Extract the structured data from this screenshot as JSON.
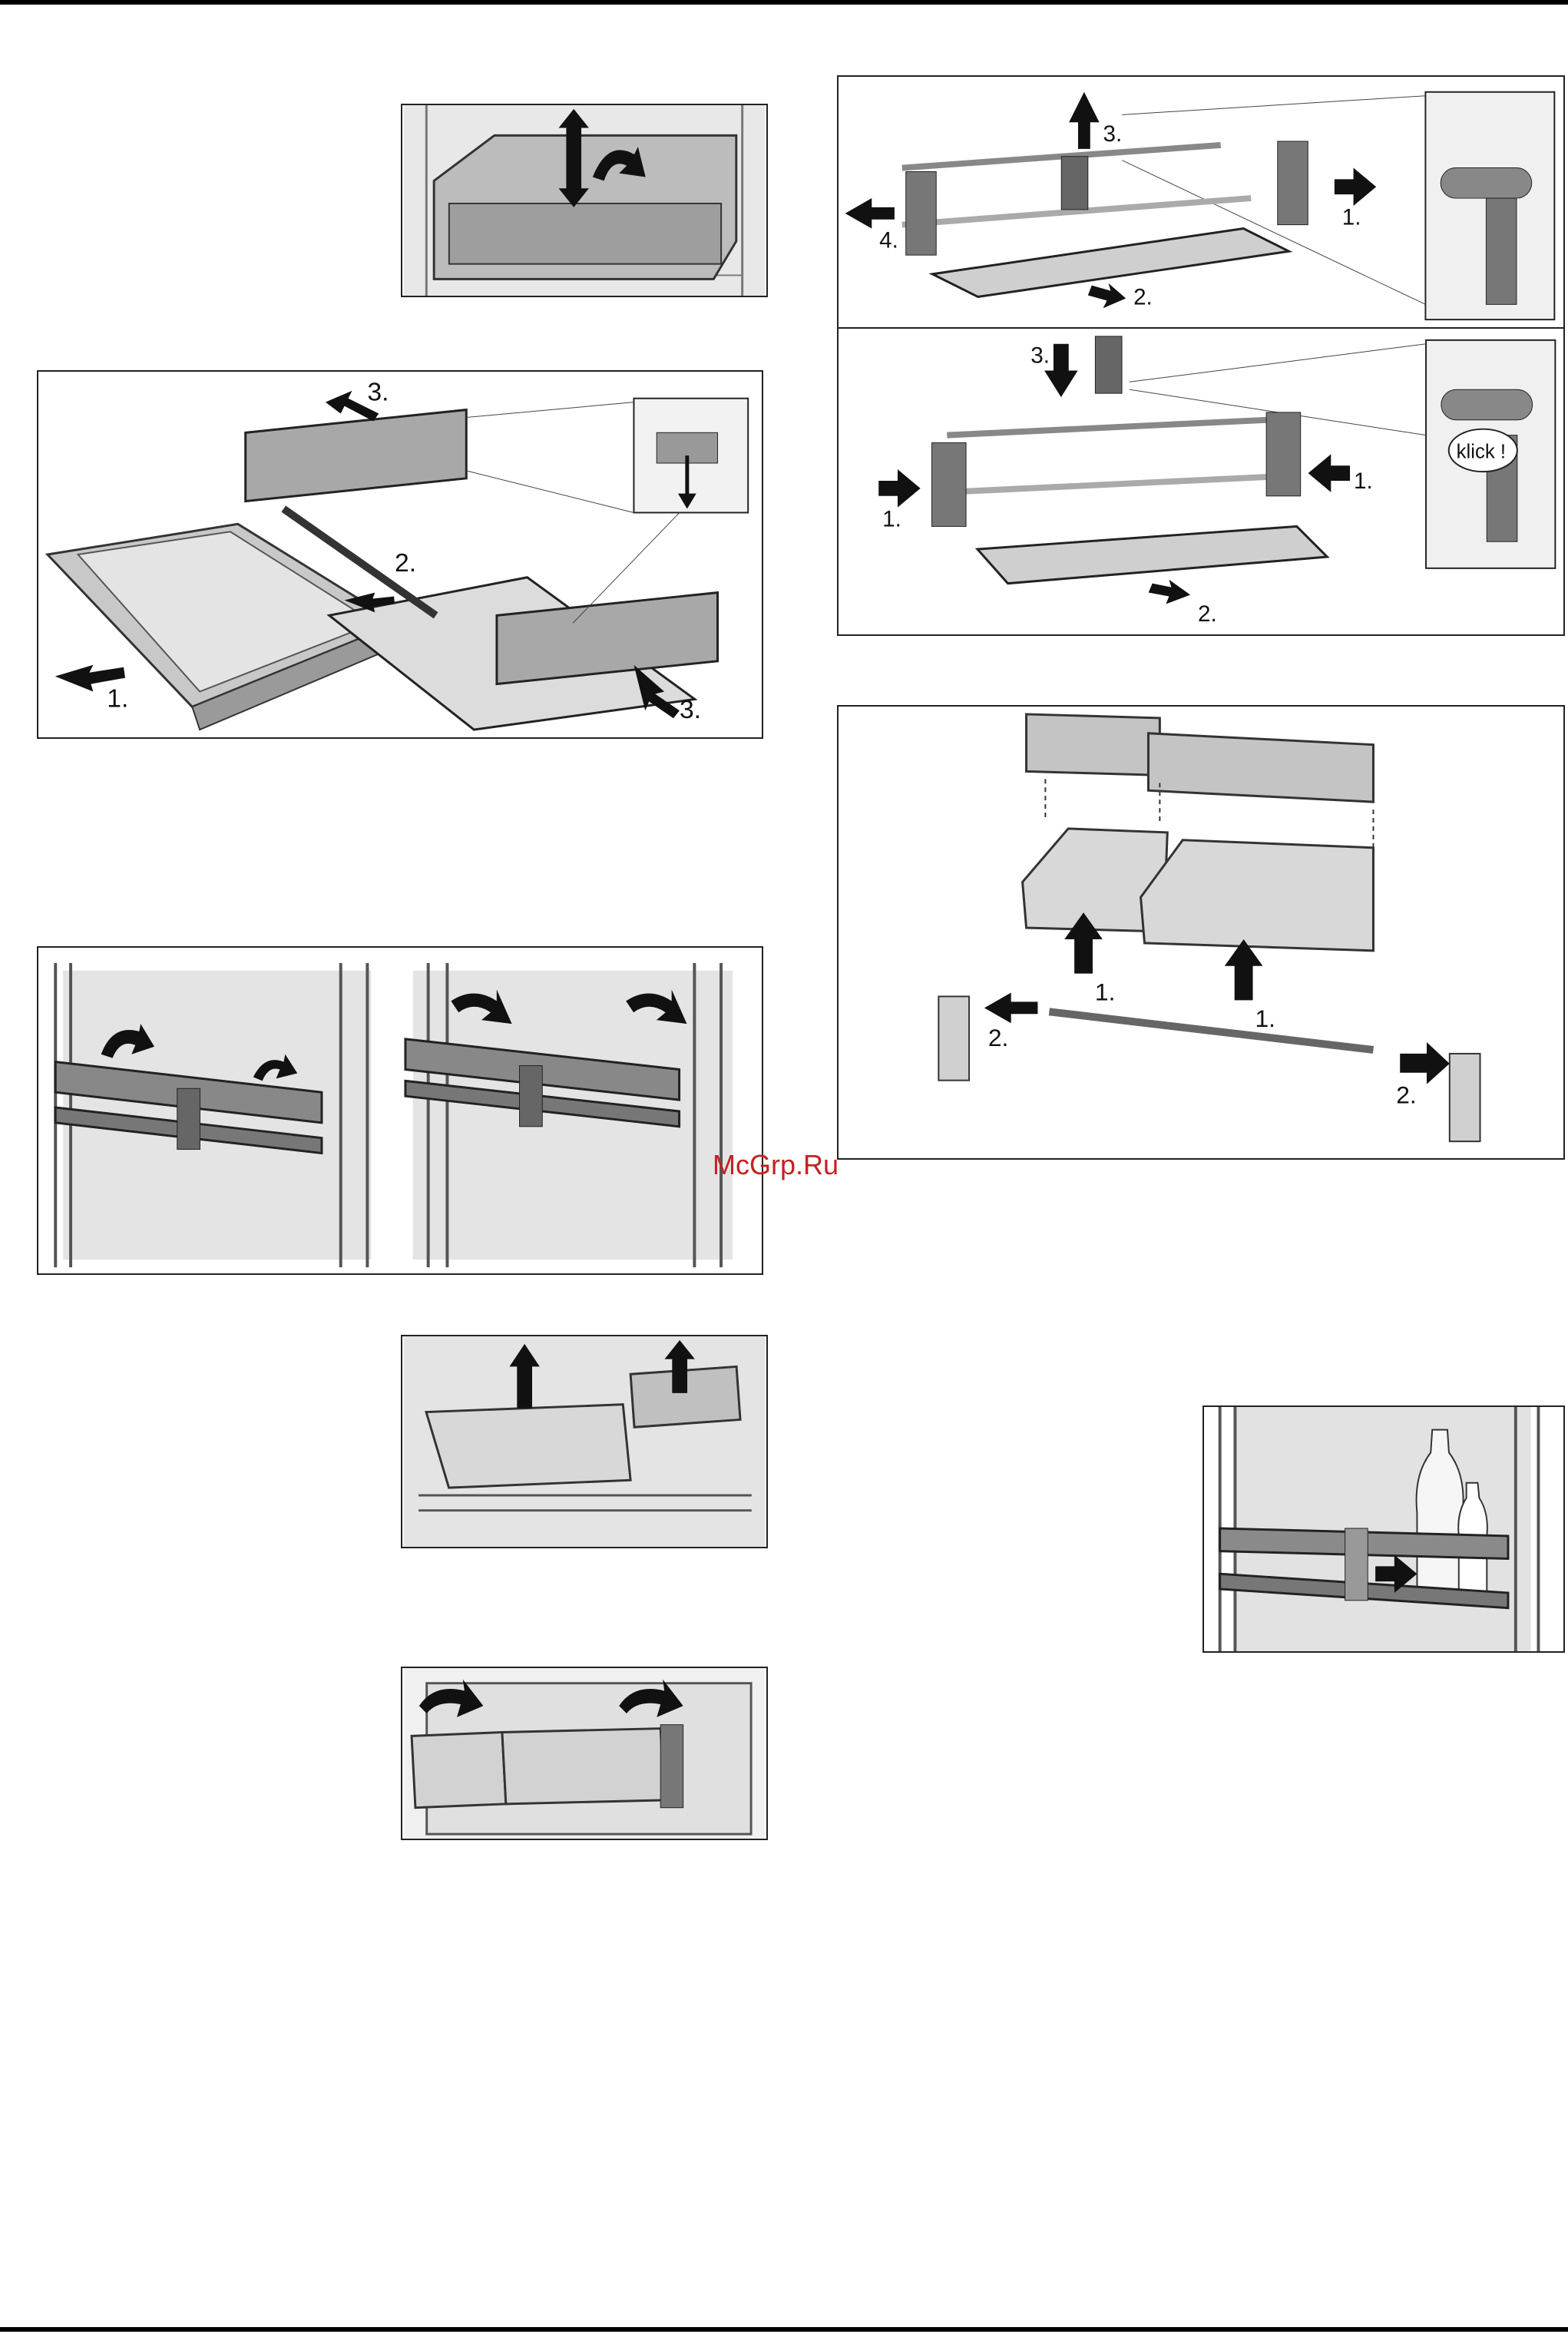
{
  "watermark": "McGrp.Ru",
  "figures": {
    "drawer_panel": {
      "labels": [
        "1.",
        "2.",
        "3.",
        "3."
      ]
    },
    "rail_removal": {
      "labels": [
        "3.",
        "4.",
        "2.",
        "1."
      ]
    },
    "rail_install": {
      "labels": [
        "3.",
        "1.",
        "1.",
        "2."
      ],
      "callout": "klick !"
    },
    "door_bins": {
      "labels": [
        "1.",
        "1.",
        "2.",
        "2."
      ]
    }
  }
}
